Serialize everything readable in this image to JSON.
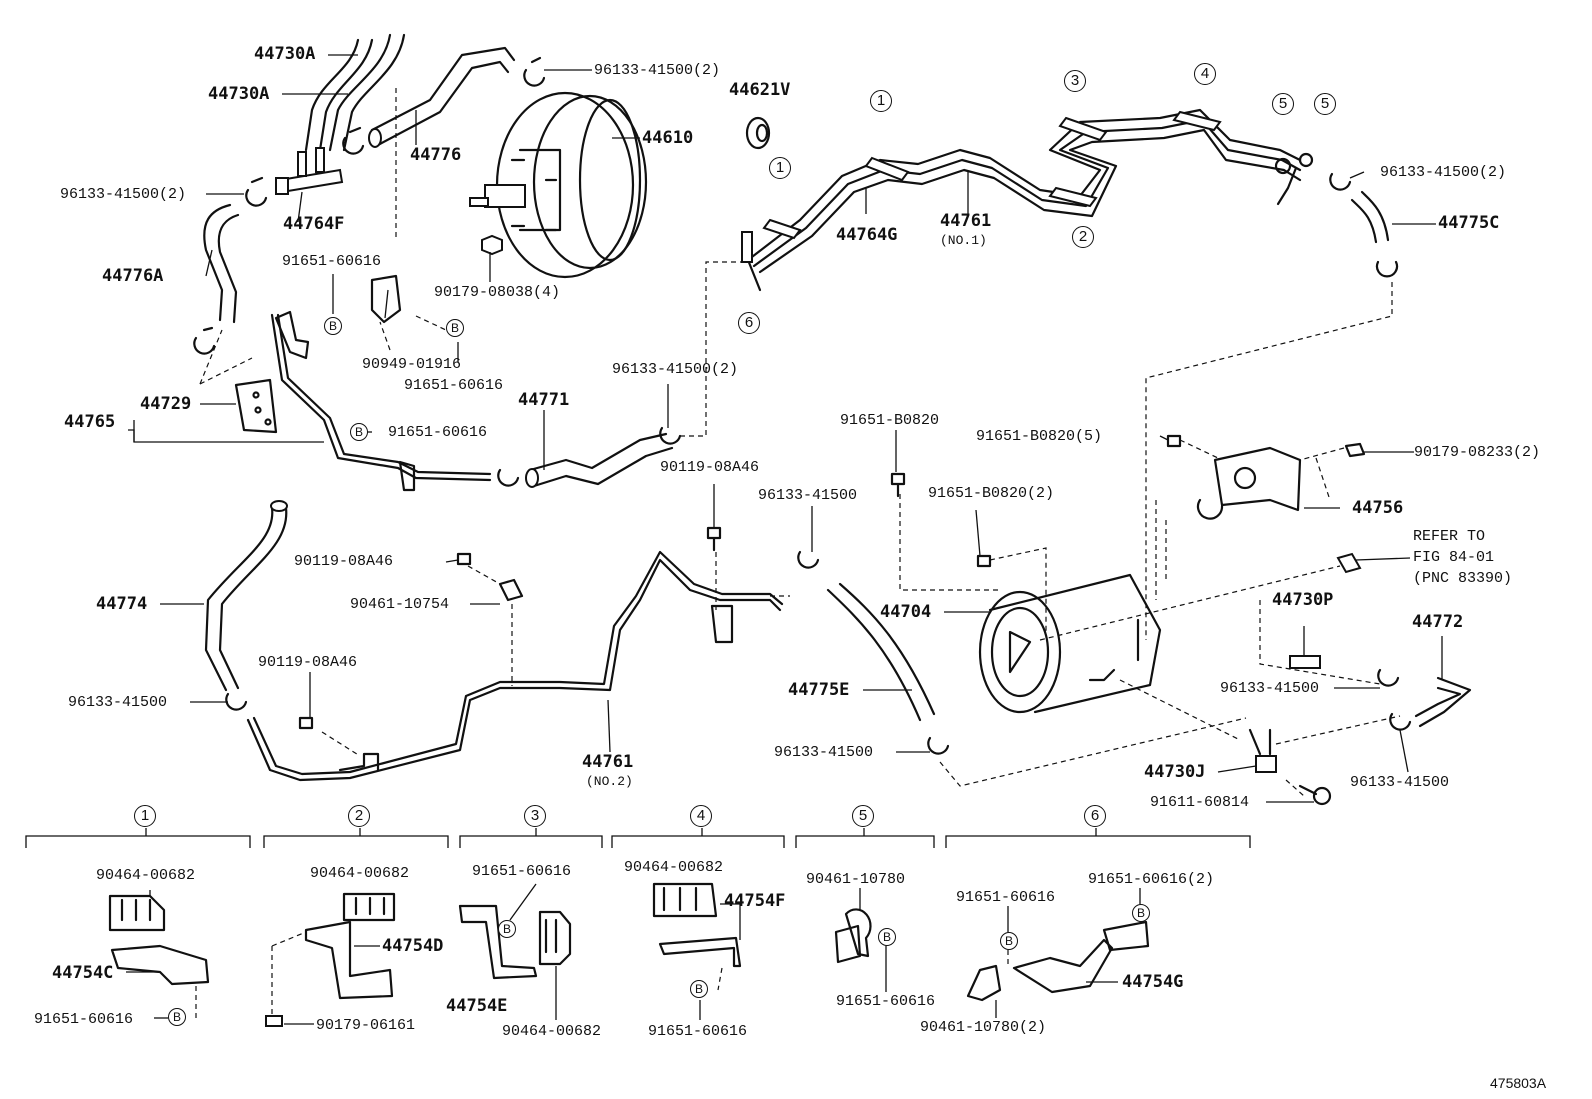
{
  "part_labels": {
    "p44730A_1": "44730A",
    "p44730A_2": "44730A",
    "p96133_41500_2_top": "96133-41500(2)",
    "p44621V": "44621V",
    "p44610": "44610",
    "p44776": "44776",
    "p96133_41500_2_left": "96133-41500(2)",
    "p44764F": "44764F",
    "p44776A": "44776A",
    "p91651_60616_a": "91651-60616",
    "p90949_01916": "90949-01916",
    "p91651_60616_b": "91651-60616",
    "p44765": "44765",
    "p44729": "44729",
    "p91651_60616_c": "91651-60616",
    "p44771": "44771",
    "p96133_41500_2_mid": "96133-41500(2)",
    "p90179_08038": "90179-08038(4)",
    "p44764G": "44764G",
    "p44761_1": "44761",
    "p44761_1_sub": "(NO.1)",
    "p96133_41500_2_right": "96133-41500(2)",
    "p44775C": "44775C",
    "p91651_B0820": "91651-B0820",
    "p91651_B0820_5": "91651-B0820(5)",
    "p90179_08233": "90179-08233(2)",
    "p90119_08A46_a": "90119-08A46",
    "p96133_41500_a": "96133-41500",
    "p91651_B0820_2": "91651-B0820(2)",
    "p44756": "44756",
    "refer_line1": "REFER TO",
    "refer_line2": "FIG 84-01",
    "refer_line3": "(PNC 83390)",
    "p90119_08A46_b": "90119-08A46",
    "p44774": "44774",
    "p90461_10754": "90461-10754",
    "p44704": "44704",
    "p44730P": "44730P",
    "p44772": "44772",
    "p90119_08A46_c": "90119-08A46",
    "p44775E": "44775E",
    "p96133_41500_b": "96133-41500",
    "p96133_41500_c": "96133-41500",
    "p96133_41500_d": "96133-41500",
    "p96133_41500_e": "96133-41500",
    "p44761_2": "44761",
    "p44761_2_sub": "(NO.2)",
    "p44730J": "44730J",
    "p91611_60814": "91611-60814"
  },
  "callouts": {
    "c1a": "1",
    "c1b": "1",
    "c2": "2",
    "c3": "3",
    "c4": "4",
    "c5a": "5",
    "c5b": "5",
    "c6": "6",
    "b1": "B",
    "b2": "B",
    "b3": "B"
  },
  "details": {
    "d1": {
      "num": "1",
      "clamp": "90464-00682",
      "bracket": "44754C",
      "bolt": "91651-60616",
      "b": "B"
    },
    "d2": {
      "num": "2",
      "clamp": "90464-00682",
      "bracket": "44754D",
      "nut": "90179-06161"
    },
    "d3": {
      "num": "3",
      "bolt": "91651-60616",
      "bracket": "44754E",
      "clamp": "90464-00682",
      "b": "B"
    },
    "d4": {
      "num": "4",
      "clamp": "90464-00682",
      "bracket": "44754F",
      "bolt": "91651-60616",
      "b": "B"
    },
    "d5": {
      "num": "5",
      "clamp": "90461-10780",
      "bolt": "91651-60616",
      "b": "B"
    },
    "d6": {
      "num": "6",
      "bolt1": "91651-60616",
      "bolt2": "91651-60616(2)",
      "bracket": "44754G",
      "clamp": "90461-10780(2)",
      "b1": "B",
      "b2": "B"
    }
  },
  "figure_id": "475803A"
}
